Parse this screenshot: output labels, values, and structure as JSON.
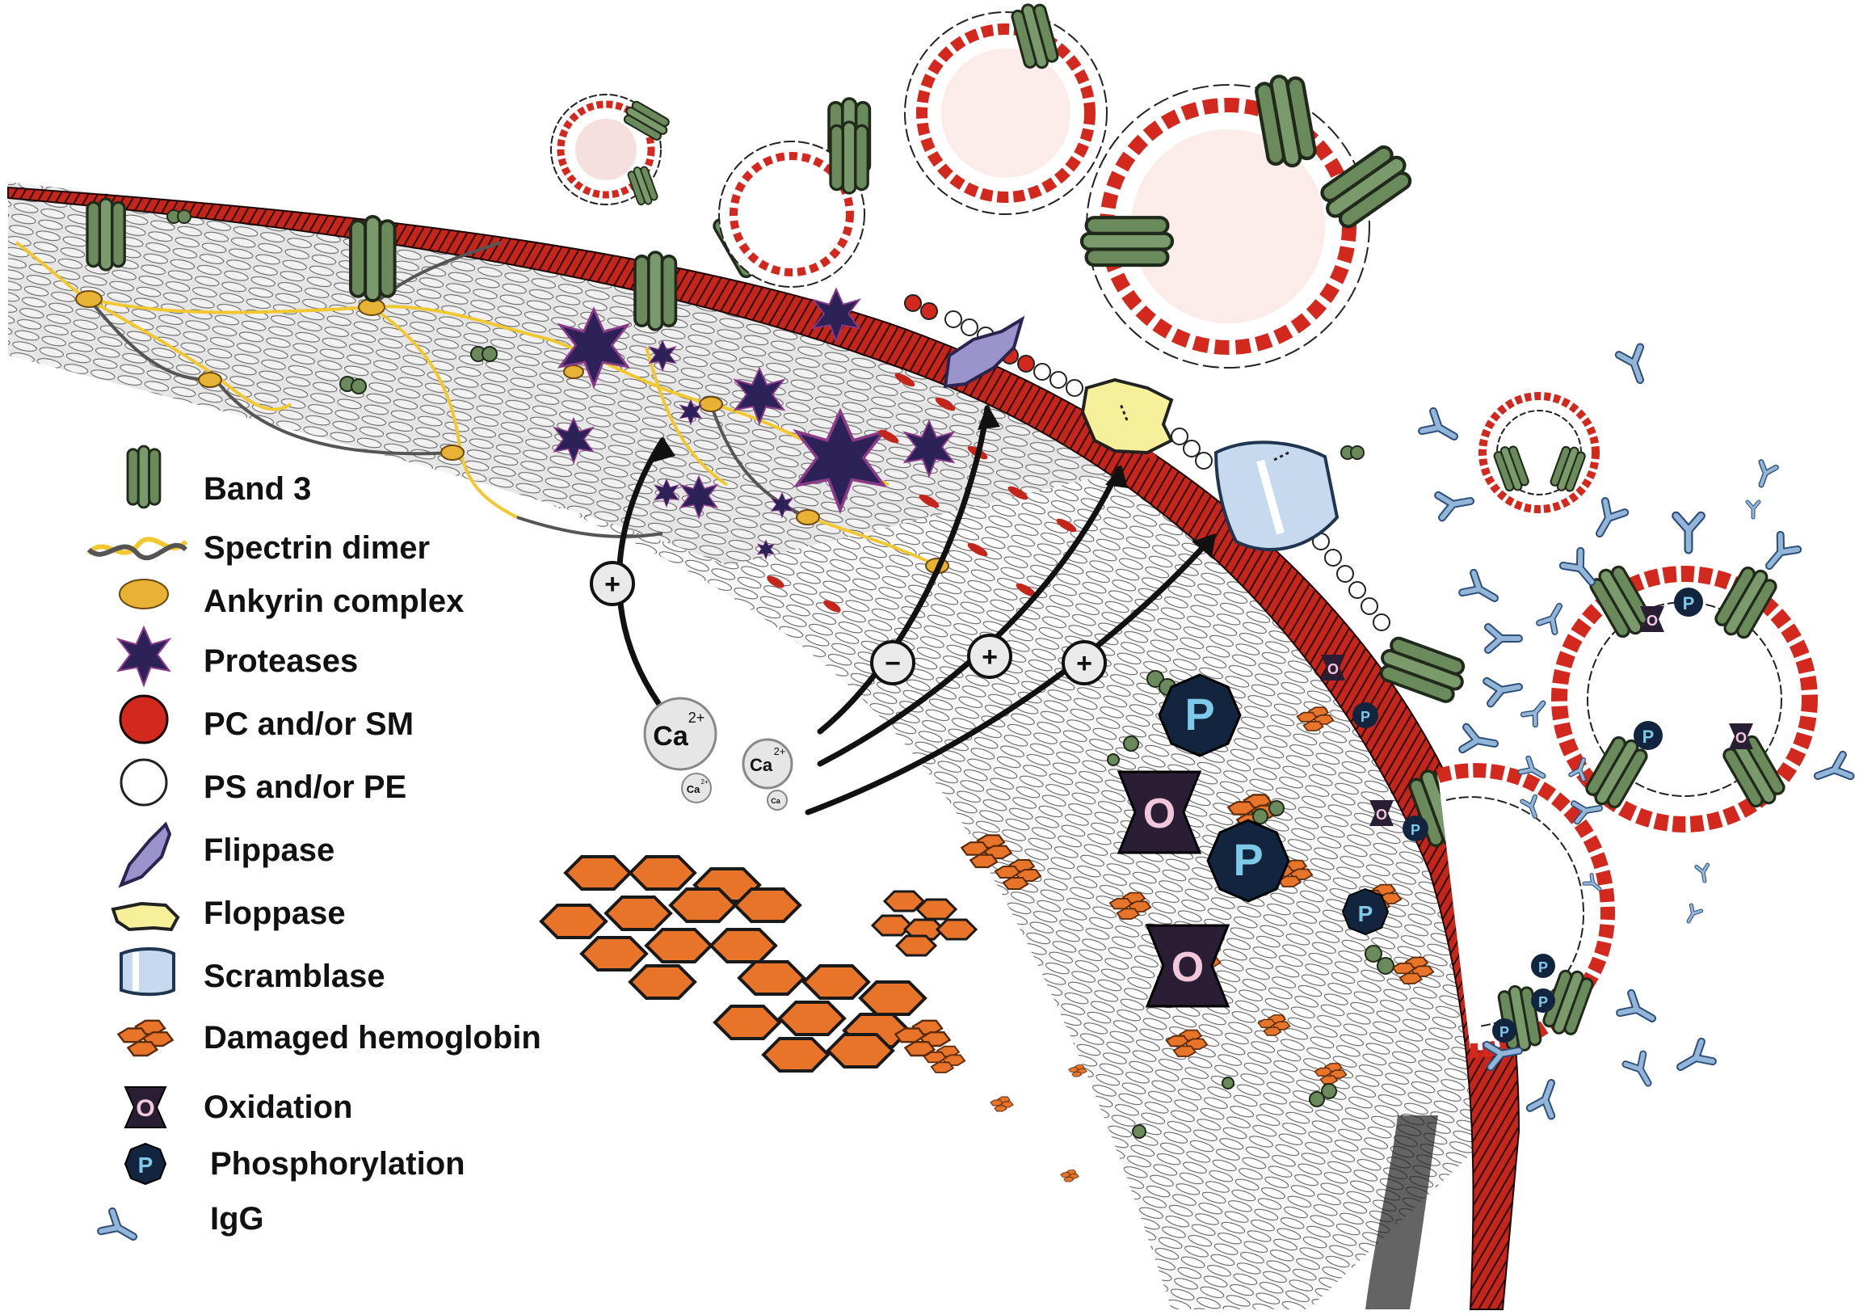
{
  "legend": {
    "items": [
      {
        "id": "band3",
        "label": "Band 3",
        "icon": "band3-icon"
      },
      {
        "id": "spectrin",
        "label": "Spectrin dimer",
        "icon": "spectrin-dimer-icon"
      },
      {
        "id": "ankyrin",
        "label": "Ankyrin complex",
        "icon": "ankyrin-complex-icon"
      },
      {
        "id": "proteases",
        "label": "Proteases",
        "icon": "protease-star-icon"
      },
      {
        "id": "pc_sm",
        "label": "PC and/or SM",
        "icon": "red-lipid-head-icon"
      },
      {
        "id": "ps_pe",
        "label": "PS and/or PE",
        "icon": "white-lipid-head-icon"
      },
      {
        "id": "flippase",
        "label": "Flippase",
        "icon": "flippase-icon"
      },
      {
        "id": "floppase",
        "label": "Floppase",
        "icon": "floppase-icon"
      },
      {
        "id": "scramblase",
        "label": "Scramblase",
        "icon": "scramblase-icon"
      },
      {
        "id": "damaged_hb",
        "label": "Damaged hemoglobin",
        "icon": "damaged-hemoglobin-icon"
      },
      {
        "id": "oxidation",
        "label": "Oxidation",
        "icon": "oxidation-icon",
        "mark": "O"
      },
      {
        "id": "phosphorylation",
        "label": "Phosphorylation",
        "icon": "phosphorylation-icon",
        "mark": "P"
      },
      {
        "id": "igg",
        "label": "IgG",
        "icon": "igg-icon"
      }
    ]
  },
  "calcium": {
    "ion_label": "Ca",
    "charge": "2+"
  },
  "regulation_signs": {
    "activate": "+",
    "inhibit": "−"
  },
  "marks": {
    "oxidation": "O",
    "phosphorylation": "P"
  },
  "colors": {
    "band3": "#6b8a5c",
    "band3_dark": "#3f5a36",
    "spectrin_yellow": "#f2c830",
    "ankyrin": "#e8b234",
    "protease": "#2c2257",
    "pc_sm_red": "#d3281e",
    "ps_pe_white": "#ffffff",
    "flippase": "#9b93cc",
    "floppase": "#f7f09a",
    "scramblase": "#c6d9ee",
    "hemoglobin": "#e8742a",
    "oxidation_bg": "#2a1e34",
    "oxidation_mark": "#f2c7dc",
    "phospho_bg": "#13243f",
    "phospho_mark": "#7ec8e8",
    "igg": "#93b5d8"
  }
}
